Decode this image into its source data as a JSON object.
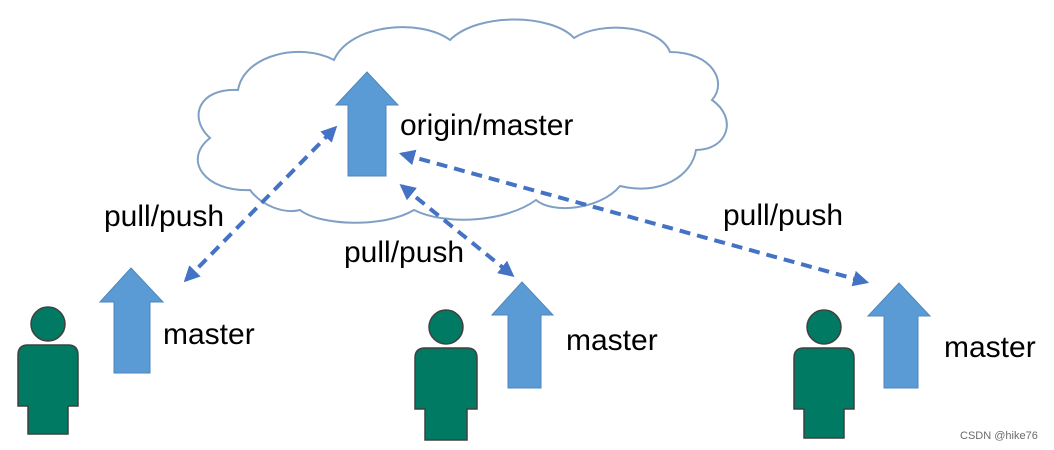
{
  "labels": {
    "origin": "origin/master",
    "link_left": "pull/push",
    "link_middle": "pull/push",
    "link_right": "pull/push",
    "dev_left": "master",
    "dev_middle": "master",
    "dev_right": "master"
  },
  "watermark": "CSDN @hike76",
  "colors": {
    "cloud_stroke": "#7fa0c4",
    "branch_arrow": "#5b9bd5",
    "link_dashed": "#4472c4",
    "person_fill": "#007a63",
    "person_stroke": "#404040",
    "text": "#000000"
  },
  "icons": [
    "cloud-icon",
    "up-arrow-icon",
    "person-icon",
    "dashed-double-arrow-icon"
  ]
}
